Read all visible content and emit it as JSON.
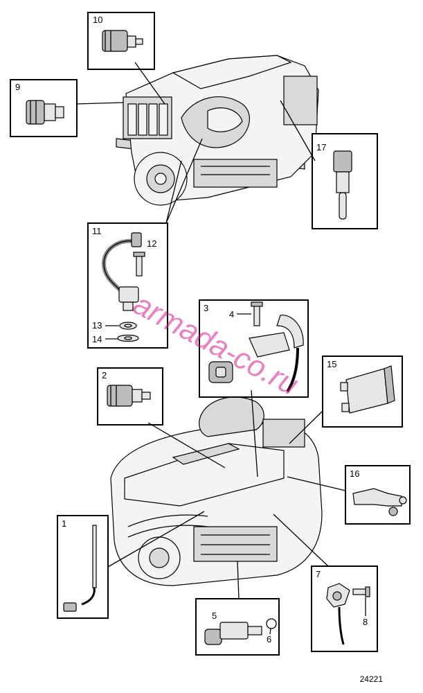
{
  "labels": {
    "p1": "1",
    "p2": "2",
    "p3": "3",
    "p4": "4",
    "p5": "5",
    "p6": "6",
    "p7": "7",
    "p8": "8",
    "p9": "9",
    "p10": "10",
    "p11": "11",
    "p12": "12",
    "p13": "13",
    "p14": "14",
    "p15": "15",
    "p16": "16",
    "p17": "17"
  },
  "figure_number": "24221",
  "watermark": "armada-co.ru",
  "colors": {
    "watermark": "#d81b8a",
    "line": "#000000",
    "fill": "#e6e6e6"
  }
}
